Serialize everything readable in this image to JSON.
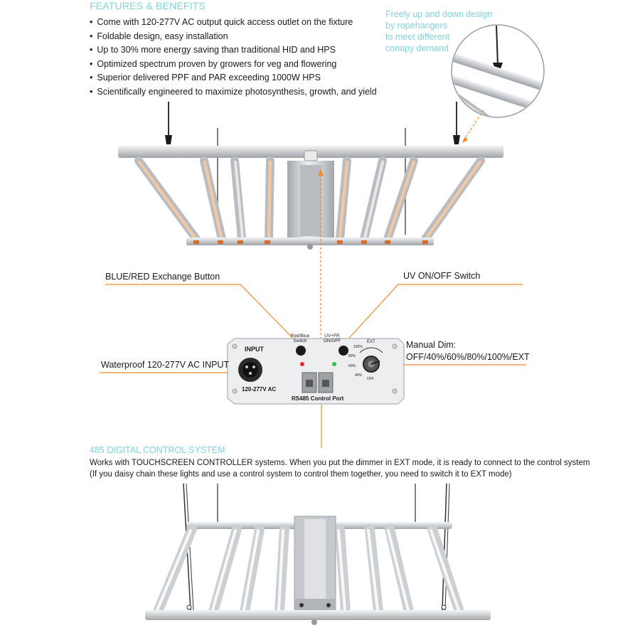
{
  "features": {
    "title": "FEATURES & BENEFITS",
    "items": [
      "Come with 120-277V AC output quick access outlet on the fixture",
      "Foldable design, easy installation",
      "Up to 30% more energy saving than traditional HID and HPS",
      "Optimized spectrum proven by growers for veg and flowering",
      "Superior delivered PPF and PAR exceeding 1000W HPS",
      "Scientifically engineered to maximize photosynthesis, growth, and yield"
    ]
  },
  "rope_note": {
    "lines": [
      "Freely up and down design",
      "by ropehangers",
      "to meet different",
      "conapy demand"
    ]
  },
  "callouts": {
    "exchange_button": "BLUE/RED Exchange Button",
    "uv_switch": "UV ON/OFF Switch",
    "ac_input": "Waterproof 120-277V AC INPUT",
    "manual_dim_line1": "Manual Dim:",
    "manual_dim_line2": "OFF/40%/60%/80%/100%/EXT"
  },
  "panel": {
    "input_label": "INPUT",
    "voltage_label": "120-277V AC",
    "red_blue_line1": "Red/Blue",
    "red_blue_line2": "Switch",
    "uv_line1": "UV+FR",
    "uv_line2": "ON/OFF",
    "port_label": "RS485 Control Port",
    "dial": {
      "ext": "EXT",
      "p100": "100%",
      "p80": "80%",
      "p60": "60%",
      "p40": "40%",
      "off": "OFF"
    }
  },
  "control_system": {
    "title": "485 DIGITAL CONTROL SYSTEM",
    "line1": "Works with TOUCHSCREEN CONTROLLER systems. When you put the dimmer in EXT mode, it is ready to connect to the control system",
    "line2": "(If you daisy chain these lights and use a control system to control them together, you need to switch it to EXT mode)"
  },
  "colors": {
    "accent_cyan": "#7fd3dd",
    "callout_orange": "#f08a2a",
    "aluminum": "#c9ccd0"
  }
}
